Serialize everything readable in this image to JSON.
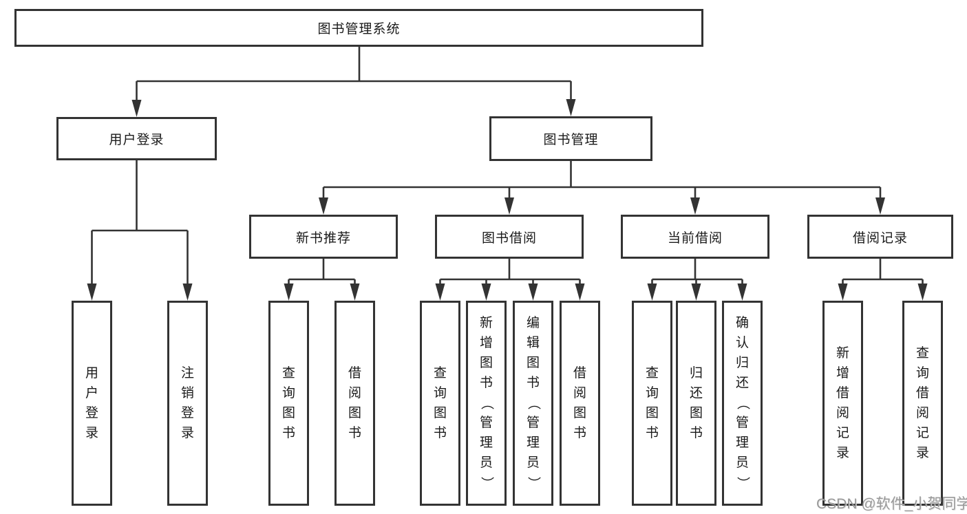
{
  "diagram": {
    "root": "图书管理系统",
    "level2": {
      "user_login": "用户登录",
      "book_management": "图书管理"
    },
    "level3": {
      "new_book_recommend": "新书推荐",
      "book_borrow": "图书借阅",
      "current_borrow": "当前借阅",
      "borrow_records": "借阅记录"
    },
    "leaves": [
      "用户登录",
      "注销登录",
      "查询图书",
      "借阅图书",
      "查询图书",
      "新增图书（管理员）",
      "编辑图书（管理员）",
      "借阅图书",
      "查询图书",
      "归还图书",
      "确认归还（管理员）",
      "新增借阅记录",
      "查询借阅记录"
    ]
  },
  "watermark": "CSDN @软件_小贺同学",
  "colors": {
    "line": "#333333",
    "text": "#1a1a1a",
    "watermark": "#8f8f8f",
    "background": "#ffffff"
  }
}
